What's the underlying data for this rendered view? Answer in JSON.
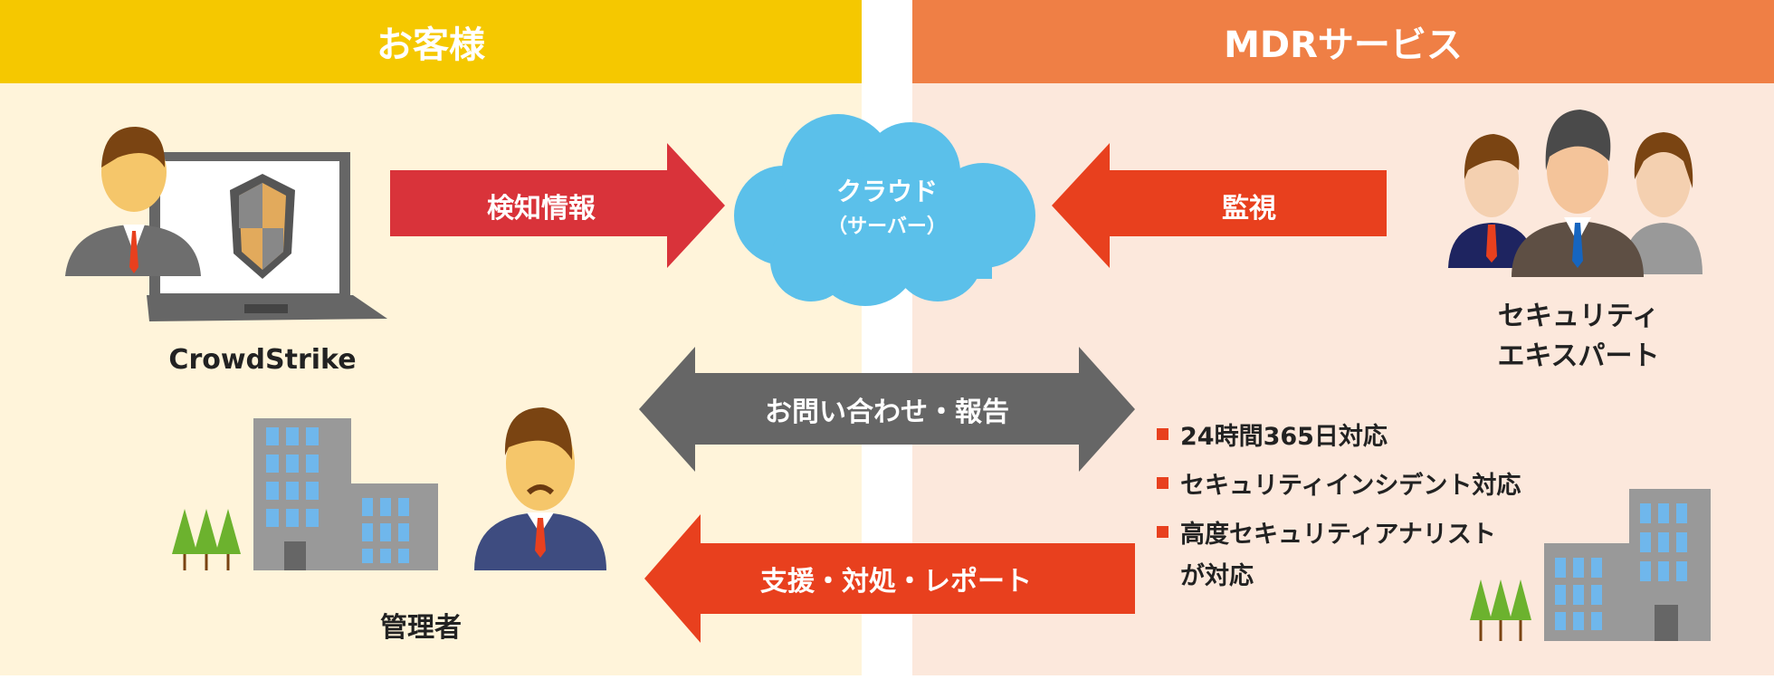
{
  "customer": {
    "title": "お客様",
    "device_label": "CrowdStrike",
    "admin_label": "管理者"
  },
  "mdr": {
    "title": "MDRサービス",
    "expert_label_line1": "セキュリティ",
    "expert_label_line2": "エキスパート"
  },
  "cloud": {
    "line1": "クラウド",
    "line2": "（サーバー）"
  },
  "arrows": {
    "detection": "検知情報",
    "monitoring": "監視",
    "inquiry": "お問い合わせ・報告",
    "support": "支援・対処・レポート"
  },
  "features": [
    "24時間365日対応",
    "セキュリティインシデント対応",
    "高度セキュリティアナリスト",
    "が対応"
  ],
  "colors": {
    "yellow": "#f5c800",
    "orange": "#ef7f45",
    "red": "#d9333a",
    "red_orange": "#e8401e",
    "gray": "#666666",
    "cloud": "#5bc0ea"
  }
}
